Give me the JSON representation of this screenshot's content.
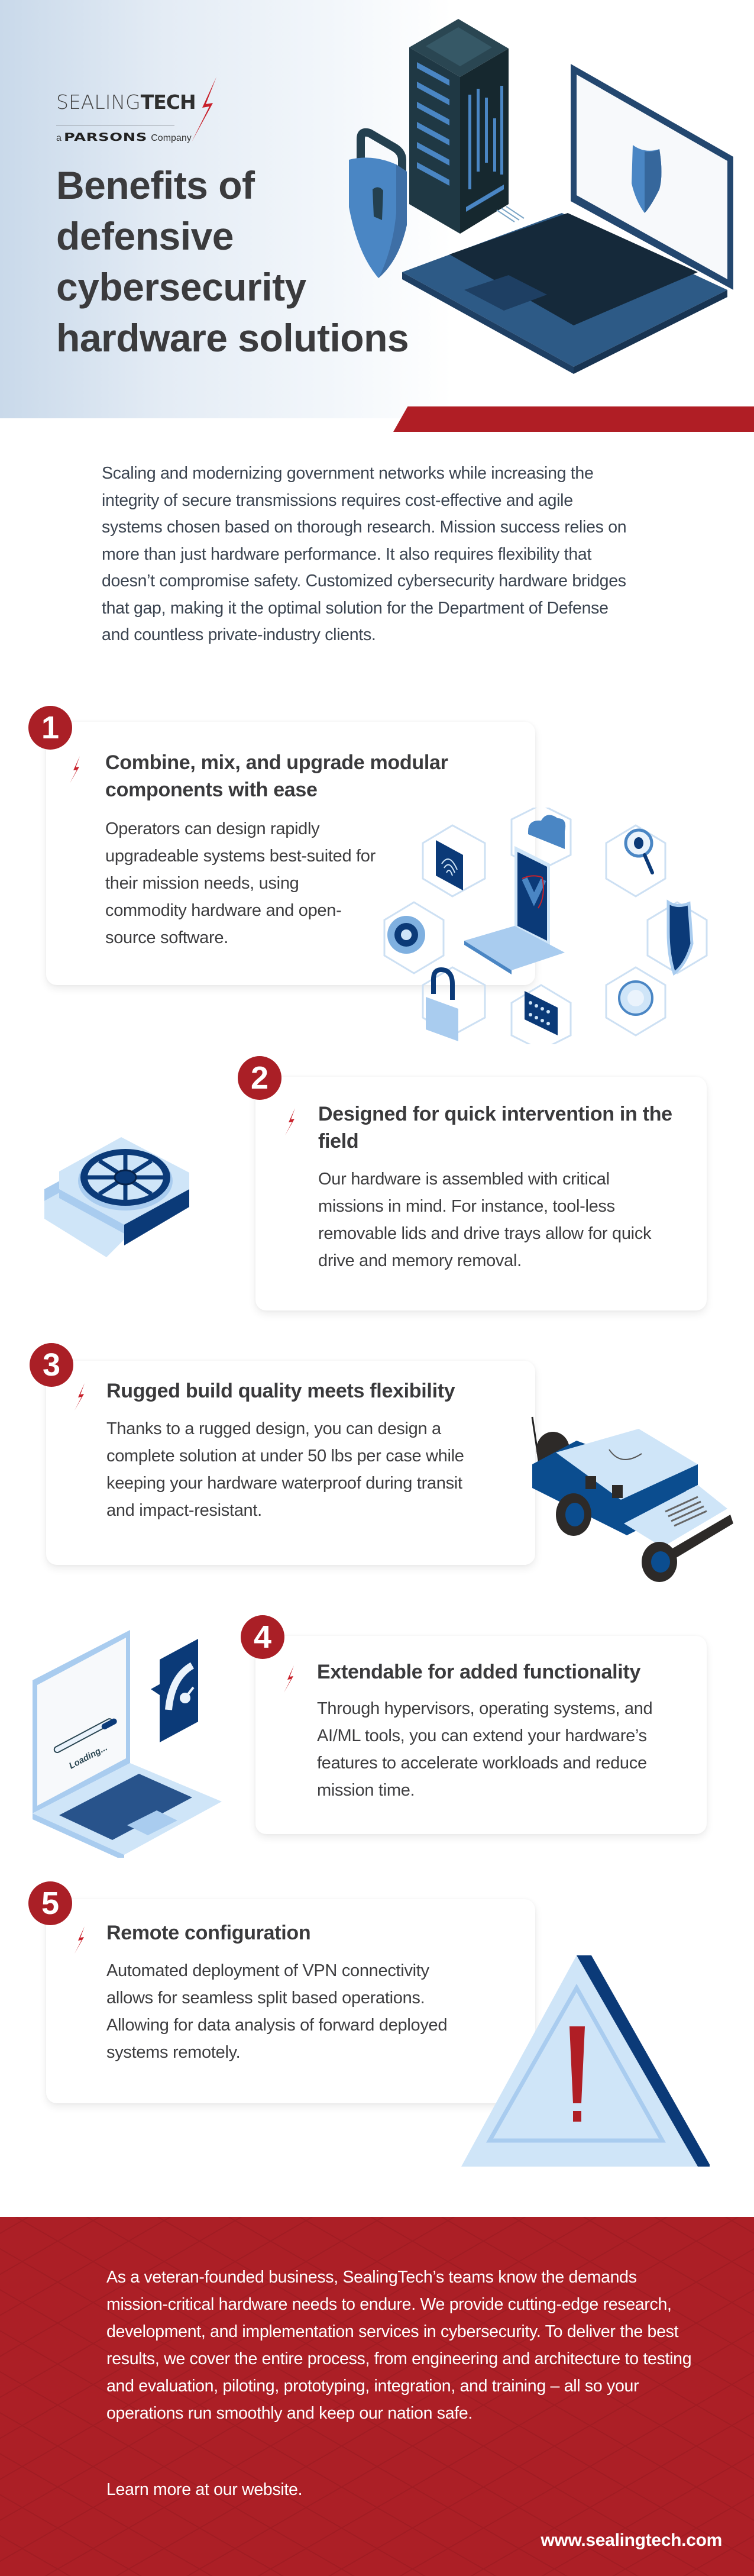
{
  "brand": {
    "logo_thin": "SEALING",
    "logo_bold": "TECH",
    "logo_prefix": "a",
    "logo_parent": "PARSONS",
    "logo_suffix": "Company",
    "colors": {
      "red": "#aa1f26",
      "navy": "#0b3a78",
      "light_blue": "#cfe5f8",
      "text": "#3a3a3c"
    }
  },
  "header": {
    "title_lines": [
      "Benefits of",
      "defensive",
      "cybersecurity",
      "hardware solutions"
    ]
  },
  "intro": {
    "text": "Scaling and modernizing government networks while increasing the integrity of secure transmissions requires cost-effective and agile systems chosen based on thorough research. Mission success relies on more than just hardware performance. It also requires flexibility that doesn’t compromise safety. Customized cybersecurity hardware bridges that gap, making it the optimal solution for the Department of Defense and countless private-industry clients."
  },
  "benefits": [
    {
      "number": "1",
      "title": "Combine, mix, and upgrade modular components with ease",
      "body": "Operators can design rapidly upgradeable systems best-suited for their mission needs, using commodity hardware and open-source software.",
      "illustration": "laptop-security-network-icon"
    },
    {
      "number": "2",
      "title": "Designed for quick intervention in the field",
      "body": "Our hardware is assembled with critical missions in mind. For instance, tool-less removable lids and drive trays allow for quick drive and memory removal.",
      "illustration": "hardware-fan-unit-icon"
    },
    {
      "number": "3",
      "title": "Rugged build quality meets flexibility",
      "body": "Thanks to a rugged design, you can design a complete solution at under 50 lbs per case while keeping your hardware waterproof during transit and impact-resistant.",
      "illustration": "military-vehicle-icon"
    },
    {
      "number": "4",
      "title": "Extendable for added functionality",
      "body": "Through hypervisors, operating systems, and AI/ML tools, you can extend your hardware’s features to accelerate workloads and reduce mission time.",
      "illustration": "laptop-loading-speedometer-icon",
      "illustration_text": "Loading..."
    },
    {
      "number": "5",
      "title": "Remote configuration",
      "body": "Automated deployment of VPN connectivity allows for seamless split based operations. Allowing for data analysis of forward deployed systems remotely.",
      "illustration": "warning-triangle-icon"
    }
  ],
  "footer": {
    "text": "As a veteran-founded business, SealingTech’s teams know the demands mission-critical hardware needs to endure. We provide cutting-edge research, development, and implementation services in cybersecurity. To deliver the best results, we cover the entire process, from engineering and architecture to testing and evaluation, piloting, prototyping, integration, and training – all so your operations run smoothly and keep our nation safe.",
    "cta": "Learn more at our website.",
    "url": "www.sealingtech.com"
  }
}
